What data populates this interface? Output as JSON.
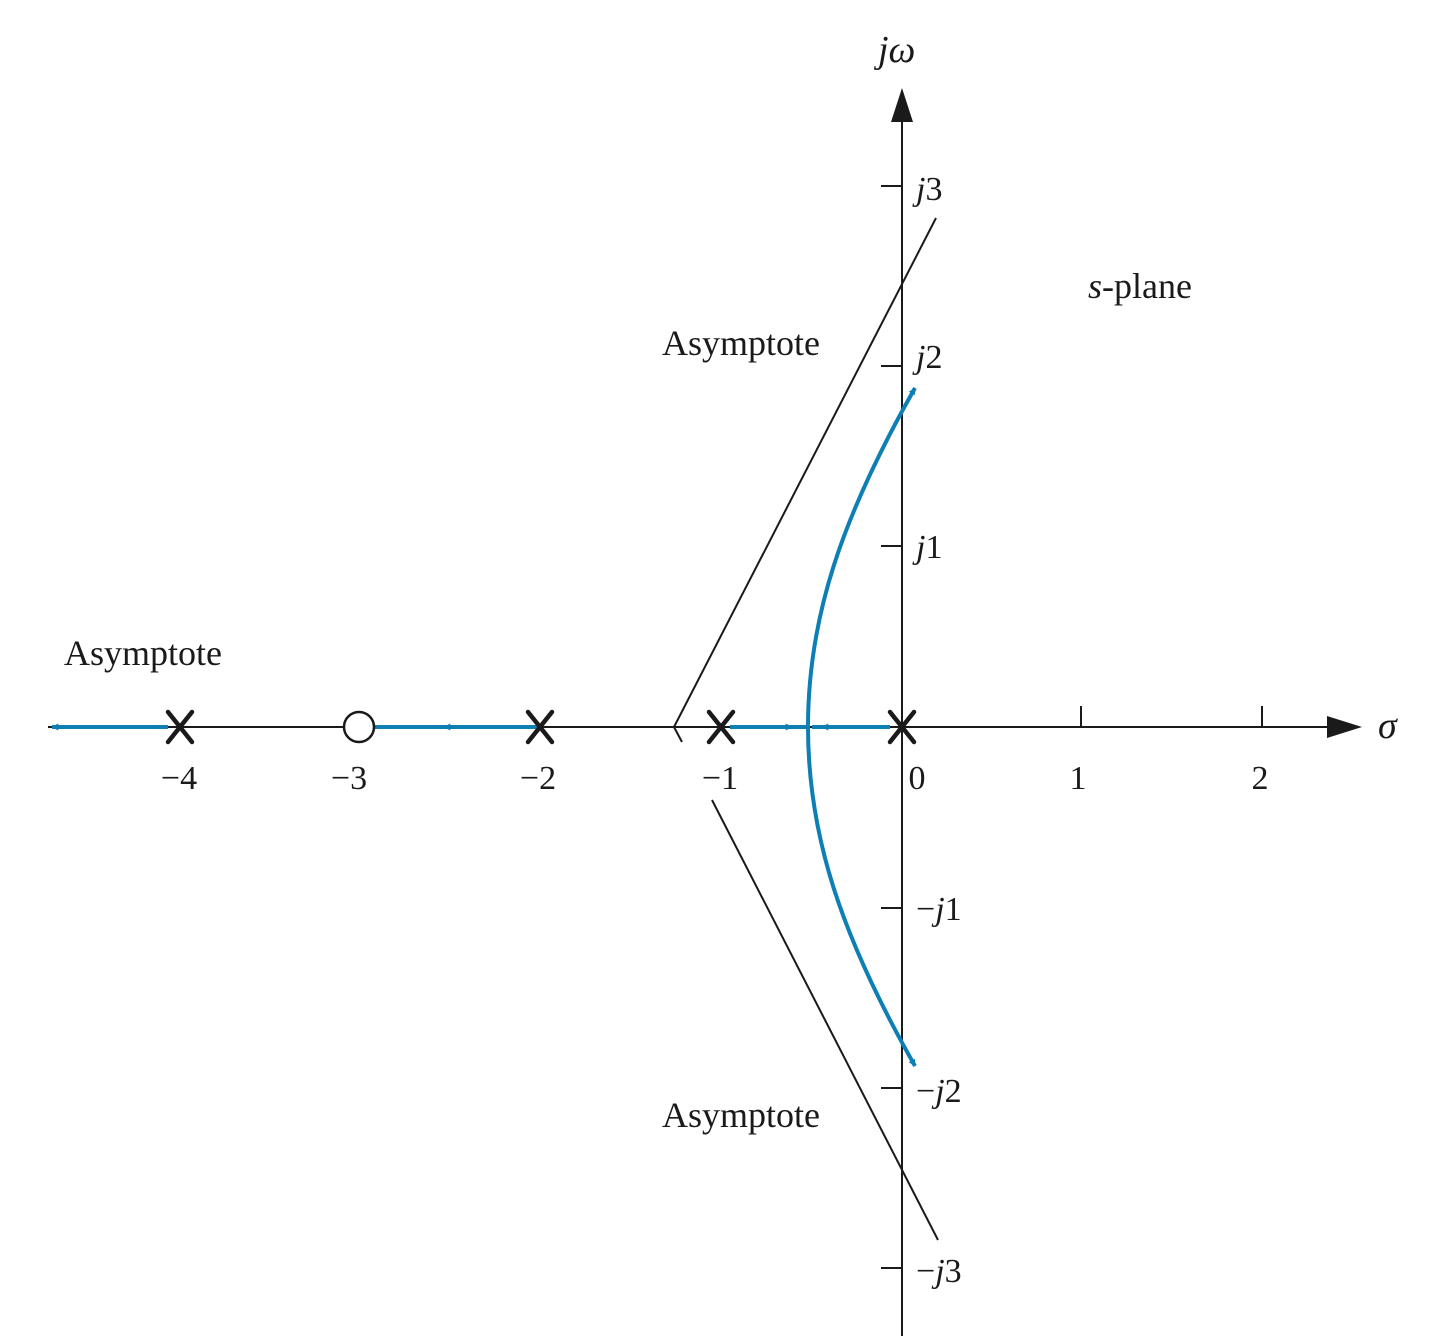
{
  "axes": {
    "x_label": "σ",
    "y_label": "jω",
    "x_ticks": [
      {
        "value": -4,
        "label": "−4"
      },
      {
        "value": -3,
        "label": "−3"
      },
      {
        "value": -2,
        "label": "−2"
      },
      {
        "value": -1,
        "label": "−1"
      },
      {
        "value": 0,
        "label": "0"
      },
      {
        "value": 1,
        "label": "1"
      },
      {
        "value": 2,
        "label": "2"
      }
    ],
    "y_ticks": [
      {
        "value": 3,
        "prefix": "",
        "label": "3"
      },
      {
        "value": 2,
        "prefix": "",
        "label": "2"
      },
      {
        "value": 1,
        "prefix": "",
        "label": "1"
      },
      {
        "value": -1,
        "prefix": "−",
        "label": "1"
      },
      {
        "value": -2,
        "prefix": "−",
        "label": "2"
      },
      {
        "value": -3,
        "prefix": "−",
        "label": "3"
      }
    ],
    "y_tick_j": "j"
  },
  "plane": {
    "italic": "s",
    "rest": "-plane"
  },
  "annotations": {
    "asymptote_upper": "Asymptote",
    "asymptote_lower": "Asymptote",
    "asymptote_real": "Asymptote"
  },
  "poles": [
    0,
    -1,
    -2,
    -4
  ],
  "zeros": [
    -3
  ],
  "centroid": -1.333,
  "colors": {
    "locus": "#0d7fb5",
    "ink": "#1a1a1a"
  }
}
